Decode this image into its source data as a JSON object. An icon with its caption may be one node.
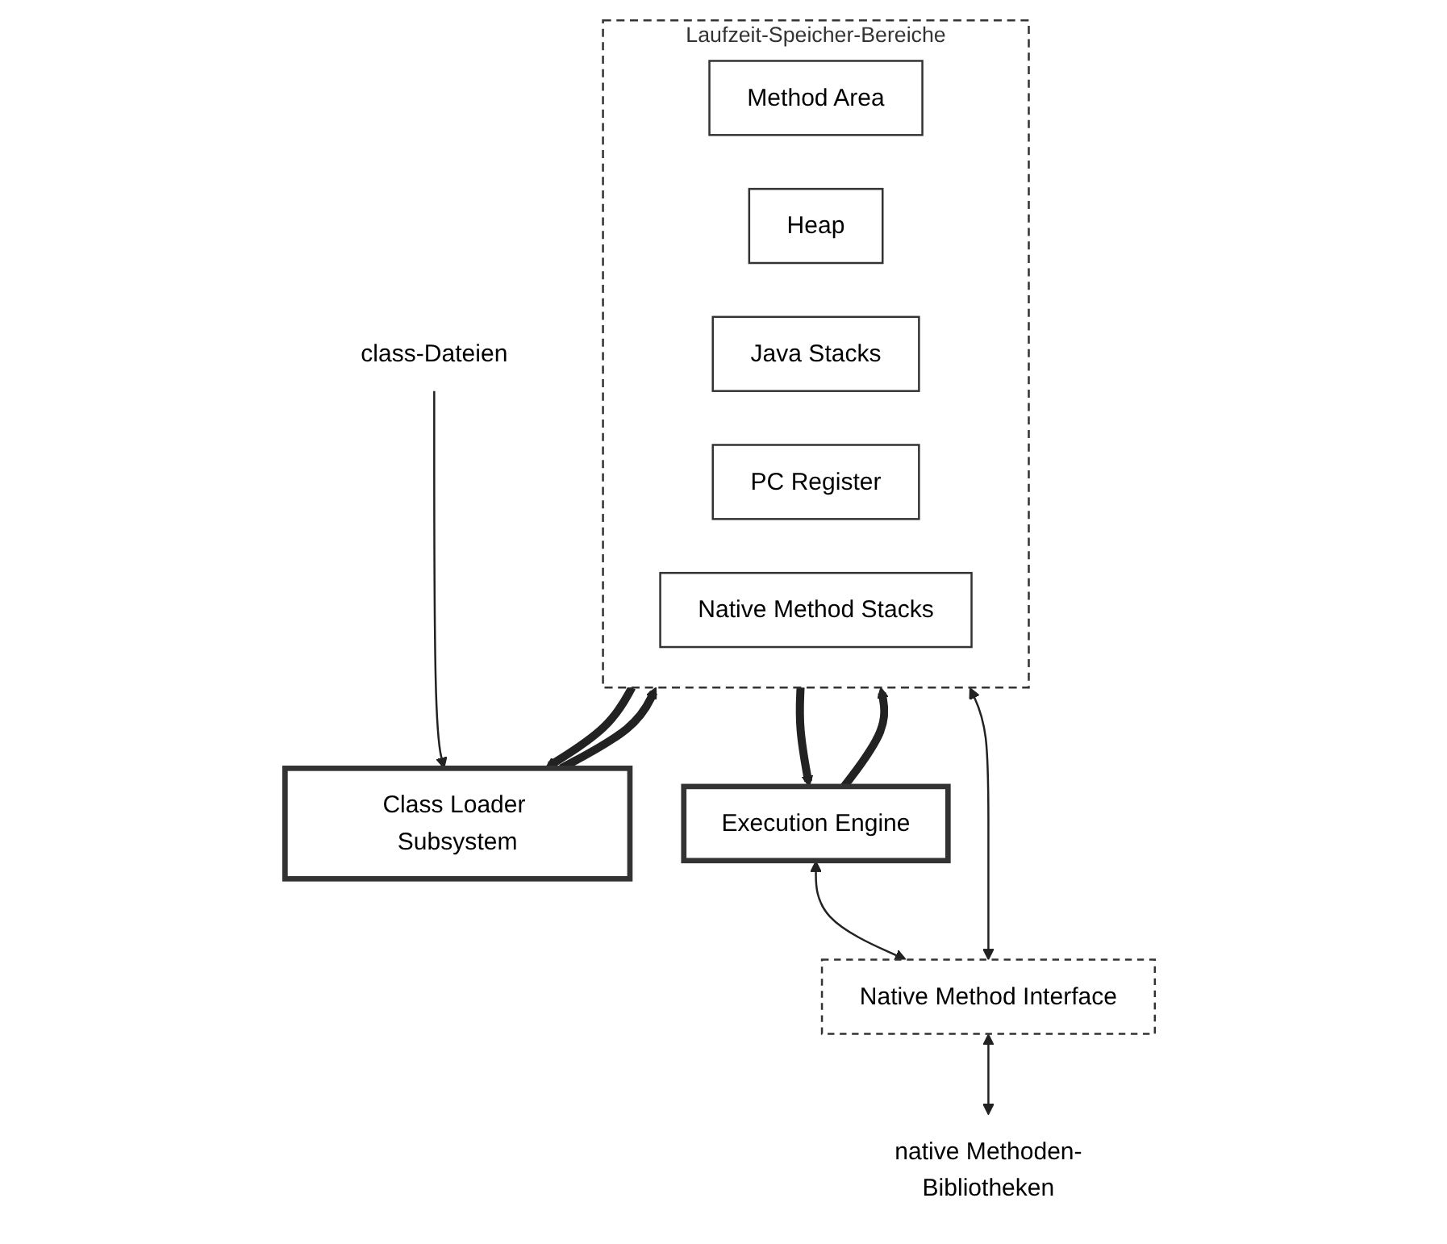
{
  "diagram": {
    "nodes": [
      {
        "text": [
          "class-Dateien"
        ]
      },
      {
        "text": [
          "Class Loader Subsystem"
        ]
      },
      {
        "text": [
          "Laufzeit-Speicher-Bereiche"
        ]
      },
      {
        "text": [
          "Method Area"
        ],
        "in": 2
      },
      {
        "text": [
          "Heap"
        ],
        "in": 2
      },
      {
        "text": [
          "Java Stacks"
        ],
        "in": 2
      },
      {
        "text": [
          "PC Register"
        ],
        "in": 2
      },
      {
        "text": [
          "Native Method Stacks"
        ],
        "in": 2
      },
      {
        "text": [
          "Execution Engine"
        ]
      },
      {
        "text": [
          "Native Method Interface"
        ]
      },
      {
        "text": [
          "native Methoden-Bibliotheken"
        ]
      }
    ],
    "edges": [
      {
        "from": 0,
        "to": 1,
        "arrow": "to"
      },
      {
        "from": 1,
        "to": 2,
        "arrow": "to",
        "style": "thick"
      },
      {
        "from": 2,
        "to": 1,
        "arrow": "to",
        "style": "thick"
      },
      {
        "from": 2,
        "to": 8,
        "arrow": "to",
        "style": "thick"
      },
      {
        "from": 8,
        "to": 2,
        "arrow": "to",
        "style": "thick"
      },
      {
        "from": 2,
        "to": 9,
        "arrow": "both"
      },
      {
        "from": 8,
        "to": 9,
        "arrow": "both"
      },
      {
        "from": 9,
        "to": 10,
        "arrow": "both"
      }
    ]
  }
}
